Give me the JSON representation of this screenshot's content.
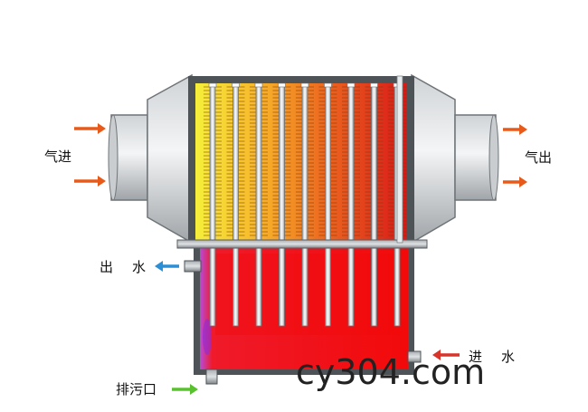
{
  "labels": {
    "gas_in": "气进",
    "gas_out": "气出",
    "water_out_1": "出",
    "water_out_2": "水",
    "water_in_1": "进",
    "water_in_2": "水",
    "drain": "排污口"
  },
  "watermark": "cy304.com",
  "tube_count": 9,
  "colors": {
    "arrow_gas": "#e85a1a",
    "arrow_water_out": "#2a8fd6",
    "arrow_water_in": "#d8342a",
    "arrow_drain": "#58c22e",
    "water": "#f20a0a",
    "hot_gradient_start": "#f6ef3a",
    "hot_gradient_end": "#d81818"
  }
}
